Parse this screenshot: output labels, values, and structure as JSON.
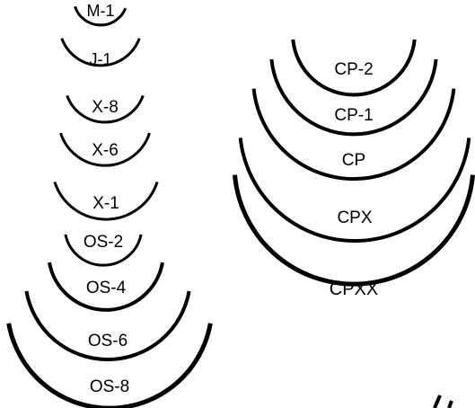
{
  "needles": [
    {
      "id": "m-1",
      "label": "M-1"
    },
    {
      "id": "j-1",
      "label": "J-1"
    },
    {
      "id": "x-8",
      "label": "X-8"
    },
    {
      "id": "x-6",
      "label": "X-6"
    },
    {
      "id": "x-1",
      "label": "X-1"
    },
    {
      "id": "os-2",
      "label": "OS-2"
    },
    {
      "id": "os-4",
      "label": "OS-4"
    },
    {
      "id": "os-6",
      "label": "OS-6"
    },
    {
      "id": "os-8",
      "label": "OS-8"
    },
    {
      "id": "cp-2",
      "label": "CP-2"
    },
    {
      "id": "cp-1",
      "label": "CP-1"
    },
    {
      "id": "cp",
      "label": "CP"
    },
    {
      "id": "cpx",
      "label": "CPX"
    },
    {
      "id": "cpxx",
      "label": "CPXX"
    }
  ],
  "colors": {
    "ink": "#000000",
    "background": "#ffffff"
  }
}
